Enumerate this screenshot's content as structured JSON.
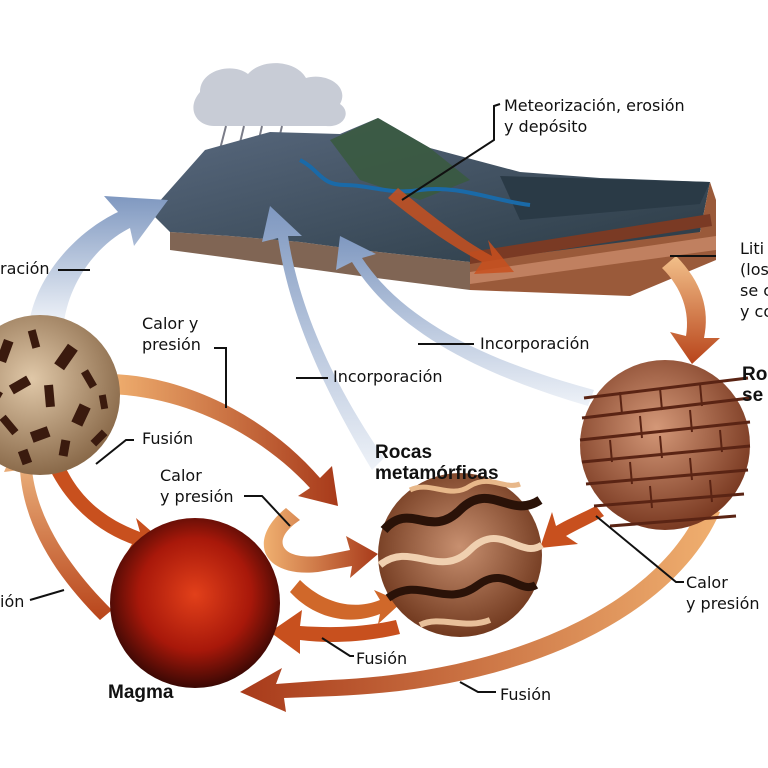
{
  "rock_types": {
    "metamorphic": [
      "Rocas",
      "metamórficas"
    ],
    "sedimentary_partial": [
      "Ro",
      "se"
    ],
    "magma": "Magma"
  },
  "processes": {
    "weathering": [
      "Meteorización, erosión",
      "y depósito"
    ],
    "lithification_partial": [
      "Liti",
      "(los",
      "se c",
      "y co"
    ],
    "incorporation_right": "Incorporación",
    "incorporation_center": "Incorporación",
    "incorporation_left_partial": "ración",
    "heat_pressure_top": [
      "Calor y",
      "presión"
    ],
    "heat_pressure_middle": [
      "Calor",
      "y presión"
    ],
    "heat_pressure_right": [
      "Calor",
      "y presión"
    ],
    "fusion_left": "Fusión",
    "fusion_bottom_center": "Fusión",
    "fusion_bottom_right": "Fusión",
    "left_partial": "ión"
  },
  "colors": {
    "arrow_orange": "#c8501e",
    "arrow_light": "#f0b070",
    "arrow_blue": "#8fa6c8",
    "magma": "#c0200a",
    "text": "#111111"
  }
}
